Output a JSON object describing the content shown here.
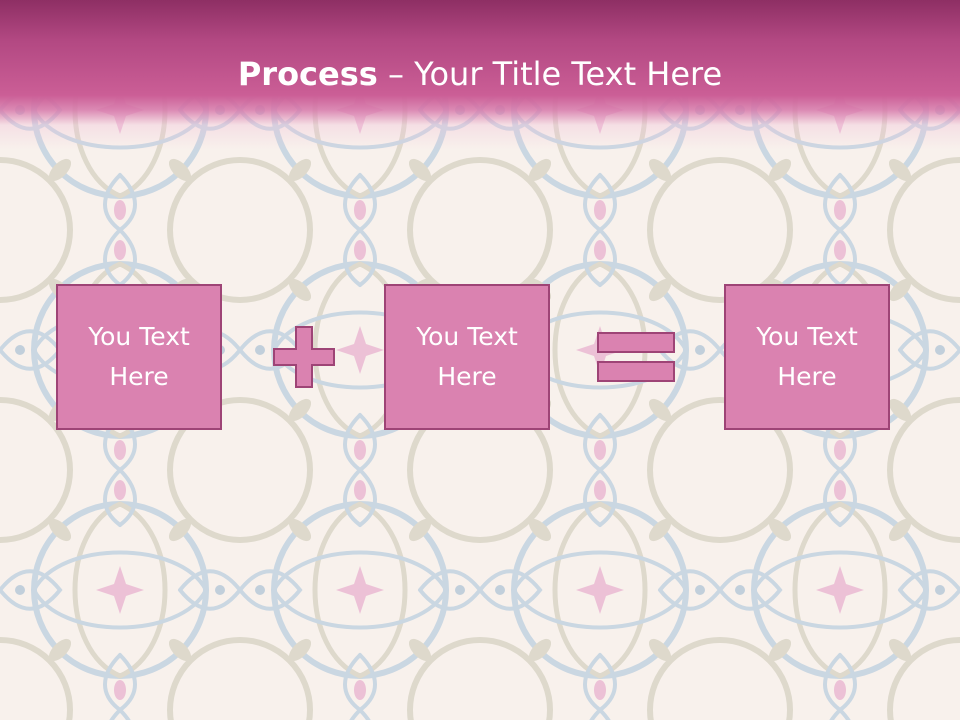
{
  "slide": {
    "title_bold": "Process",
    "title_rest": " – Your Title Text Here",
    "boxes": [
      {
        "text": "You Text Here"
      },
      {
        "text": "You Text Here"
      },
      {
        "text": "You Text Here"
      }
    ],
    "operators": [
      "plus-icon",
      "equals-icon"
    ],
    "colors": {
      "header": "#b24882",
      "box_fill": "#da82b0",
      "box_border": "#9e4476",
      "background": "#f8f1ec",
      "ornament_blue": "#b7c9d8",
      "ornament_grey": "#d7d3c4",
      "ornament_pink": "#e8b5cf"
    }
  }
}
